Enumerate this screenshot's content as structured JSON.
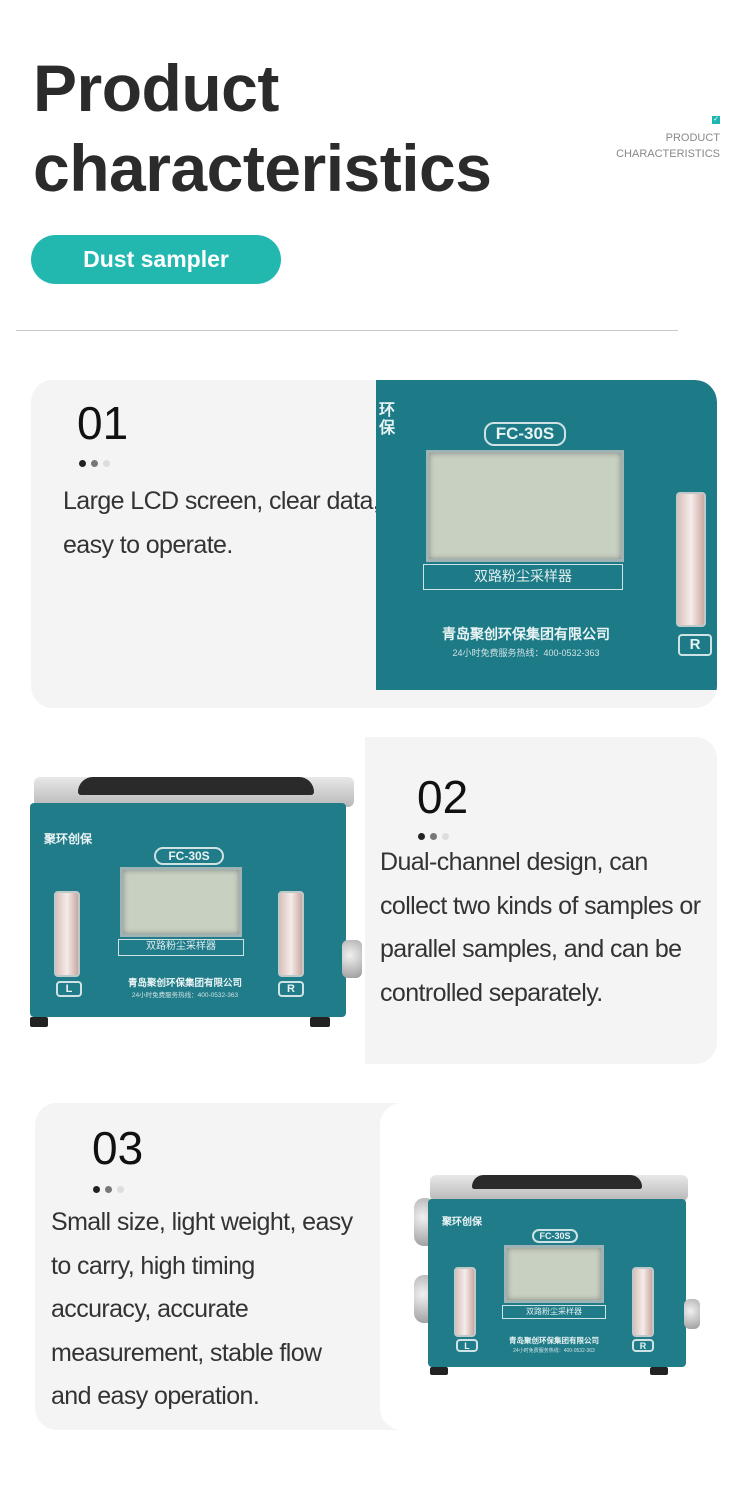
{
  "header": {
    "title_line1": "Product",
    "title_line2": "characteristics",
    "side_label_line1": "PRODUCT",
    "side_label_line2": "CHARACTERISTICS",
    "pill_label": "Dust sampler"
  },
  "features": [
    {
      "number": "01",
      "text_lines": [
        "Large LCD screen, clear data,",
        "easy to operate."
      ]
    },
    {
      "number": "02",
      "text_lines": [
        "Dual-channel design, can",
        "collect two kinds of samples or",
        "parallel samples, and can be",
        "controlled separately."
      ]
    },
    {
      "number": "03",
      "text_lines": [
        "Small size, light weight, easy",
        "to carry, high timing",
        "accuracy, accurate",
        "measurement, stable flow",
        "and easy operation."
      ]
    }
  ],
  "device": {
    "model": "FC-30S",
    "subtitle": "双路粉尘采样器",
    "company": "青岛聚创环保集团有限公司",
    "hotline": "24小时免费服务热线：400-0532-363",
    "brand_chars": "聚环创保",
    "brand_partial": "环保",
    "left_label": "L",
    "right_label": "R"
  },
  "colors": {
    "accent": "#22b8b0",
    "device_teal": "#1d7a87",
    "card_bg": "#f4f4f4"
  }
}
